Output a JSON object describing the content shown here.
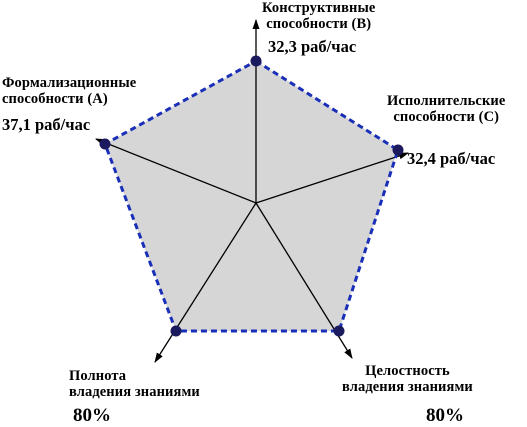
{
  "diagram": {
    "colors": {
      "fill": "#d6d6d6",
      "outline": "#1a2fb8",
      "point": "#1c1a5e",
      "axis": "#000000"
    },
    "axes": [
      {
        "key": "B",
        "line1": "Конструктивные",
        "line2": "способности (В)",
        "value": "32,3 раб/час"
      },
      {
        "key": "C",
        "line1": "Исполнительские",
        "line2": "способности (С)",
        "value": "32,4 раб/час"
      },
      {
        "key": "D",
        "line1": "Целостность",
        "line2": "владения знаниями",
        "value": "80%"
      },
      {
        "key": "E",
        "line1": "Полнота",
        "line2": "владения знаниями",
        "value": "80%"
      },
      {
        "key": "A",
        "line1": "Формализационные",
        "line2": "способности (А)",
        "value": "37,1 раб/час"
      }
    ]
  }
}
